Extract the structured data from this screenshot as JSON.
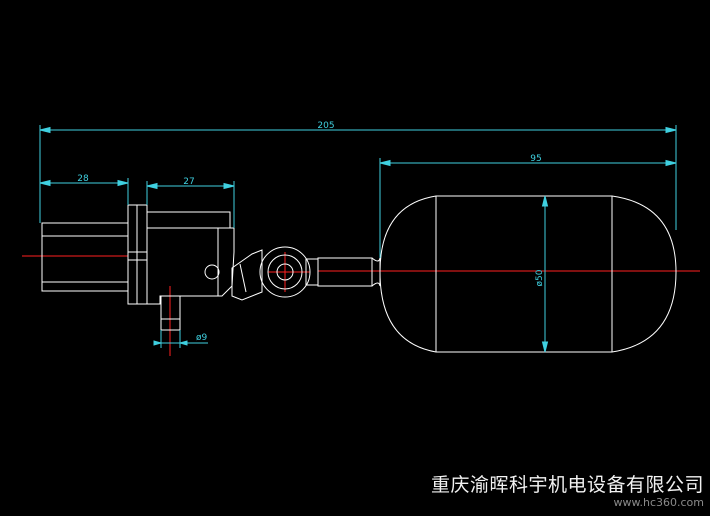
{
  "drawing": {
    "dimensions": {
      "total_length": "205",
      "float_length": "95",
      "thread_length": "28",
      "body_length": "27",
      "pipe_diameter": "ø9",
      "float_diameter": "ø50"
    },
    "colors": {
      "outline": "#ffffff",
      "dimension": "#3fd0e0",
      "centerline": "#ff2020",
      "background": "#000000"
    }
  },
  "footer": {
    "company": "重庆渝晖科宇机电设备有限公司",
    "site": "www.hc360.com"
  }
}
